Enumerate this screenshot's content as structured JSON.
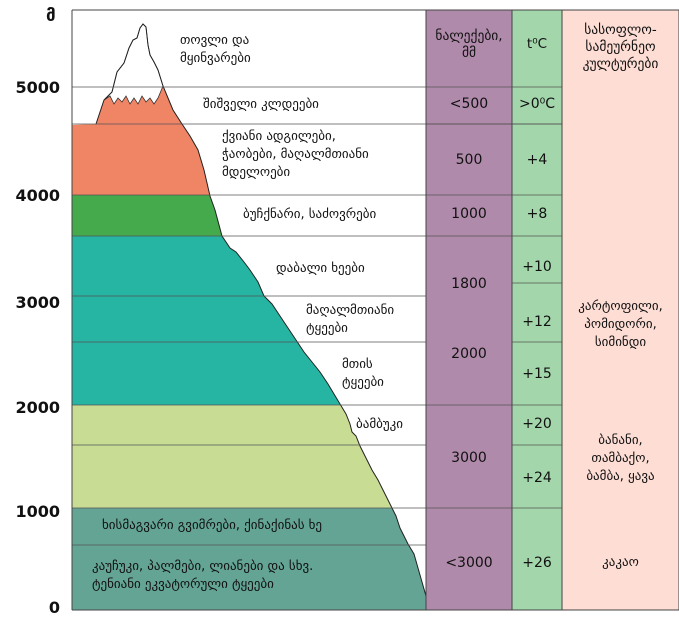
{
  "axis": {
    "unit": "მ",
    "ticks": [
      "5000",
      "4000",
      "3000",
      "2000",
      "1000",
      "0"
    ]
  },
  "headers": {
    "precip": "ნალექები,\nმმ",
    "temp": "t⁰C",
    "crops": "სასოფლო-\nსამეურნეო\nკულტურები"
  },
  "zones": {
    "snow": "თოვლი და\nმყინვარები",
    "rocks": "შიშველი კლდეები",
    "alpine": "ქვიანი ადგილები,\nჭაობები, მაღალმთიანი\nმდელოები",
    "bamboo_forest": "ბუჩქნარი, საძოვრები",
    "low_trees": "დაბალი ხეები",
    "highland_forest": "მაღალმთიანი\nტყეები",
    "mountain_forest": "მთის\nტყეები",
    "bamboo": "ბამბუკი",
    "woody_grass": "ხისმაგვარი გვიმრები, ქინაქინას ხე",
    "tropical": "კაუჩუკი, პალმები, ლიანები და სხვ.\nტენიანი ეკვატორული ტყეები"
  },
  "precipitation": [
    "<500",
    "500",
    "1000",
    "1800",
    "2000",
    "3000",
    "<3000"
  ],
  "temperature": [
    ">0⁰C",
    "+4",
    "+8",
    "+10",
    "+12",
    "+15",
    "+20",
    "+24",
    "+26"
  ],
  "crops": [
    "კარტოფილი,\nპომიდორი,\nსიმინდი",
    "ბანანი,\nთამბაქო,\nბამბა, ყავა",
    "კაკაო"
  ],
  "colors": {
    "snow": "#ffffff",
    "rocks": "#f08566",
    "shrubs": "#44aa4c",
    "forest": "#26b5a3",
    "grass": "#c8dc94",
    "tropical": "#64a494",
    "precip": "#b08aaa",
    "temp": "#a3d6ab",
    "crops": "#fdddd4"
  }
}
